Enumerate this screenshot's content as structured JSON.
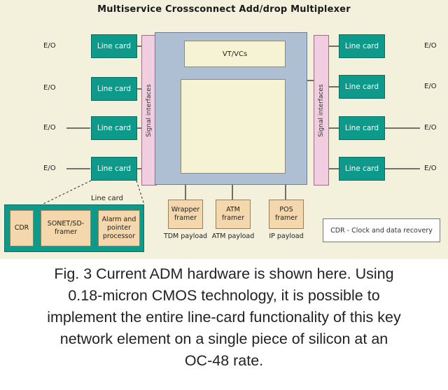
{
  "title": "Multiservice Crossconnect Add/drop Multiplexer",
  "left_ports": [
    "E/O",
    "E/O",
    "E/O",
    "E/O"
  ],
  "right_ports": [
    "E/O",
    "E/O",
    "E/O",
    "E/O"
  ],
  "line_card_label": "Line card",
  "signal_label": "Signal interfaces",
  "core": {
    "vt_label": "VT/VCs"
  },
  "line_card_caption": "Line card",
  "detail": {
    "cdr": "CDR",
    "sonet": "SONET/SD-framer",
    "alarm": "Alarm and pointer processor"
  },
  "framers": [
    {
      "label": "Wrapper framer",
      "payload": "TDM payload"
    },
    {
      "label": "ATM framer",
      "payload": "ATM payload"
    },
    {
      "label": "POS framer",
      "payload": "IP payload"
    }
  ],
  "legend": "CDR - Clock and data recovery",
  "caption": [
    "Fig. 3 Current ADM hardware is shown here. Using",
    "0.18-micron CMOS technology, it is possible to",
    "implement the entire line-card functionality of this key",
    "network element on a single piece of silicon at an",
    "OC-48 rate."
  ],
  "colors": {
    "line_card": "#0e9a8a",
    "signal_box": "#f1cde0",
    "core": "#aebfd4",
    "inner": "#f6f3d5",
    "framer": "#f4d7ad",
    "background": "#f3f1dc"
  }
}
